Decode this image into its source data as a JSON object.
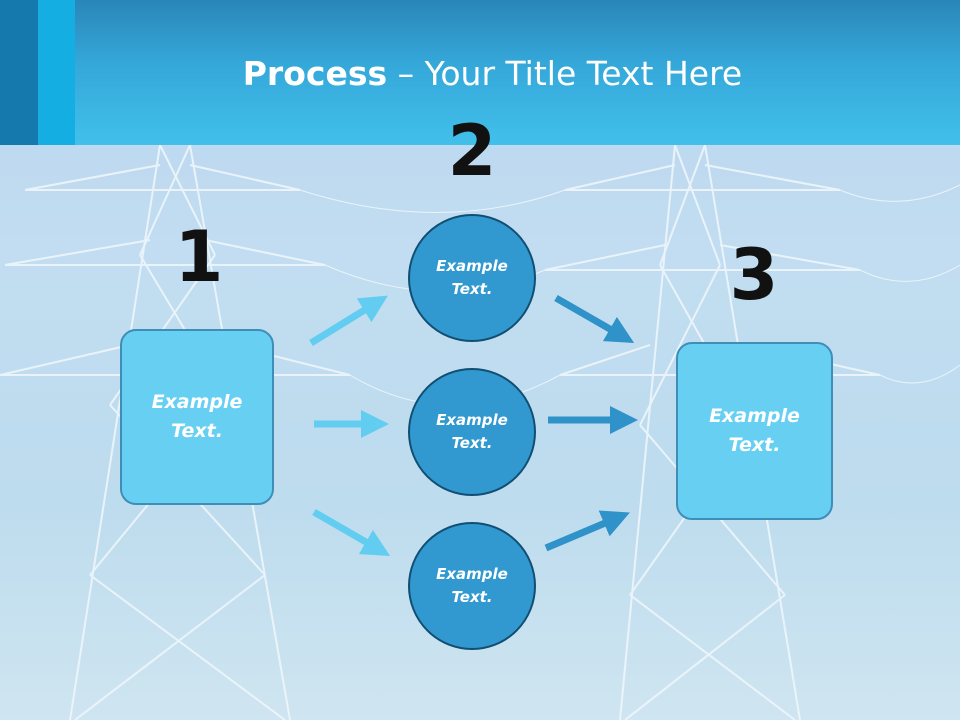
{
  "title": {
    "strong": "Process",
    "rest": " – Your Title Text Here"
  },
  "steps": {
    "one": {
      "number": "1",
      "text": "Example Text."
    },
    "two": {
      "number": "2",
      "items": [
        {
          "text": "Example Text."
        },
        {
          "text": "Example Text."
        },
        {
          "text": "Example Text."
        }
      ]
    },
    "three": {
      "number": "3",
      "text": "Example Text."
    }
  },
  "colors": {
    "header": "#35a8da",
    "light_box": "#67d0f2",
    "circle": "#3198d0",
    "arrow_light": "#62cdf0",
    "arrow_dark": "#2f92c9"
  }
}
